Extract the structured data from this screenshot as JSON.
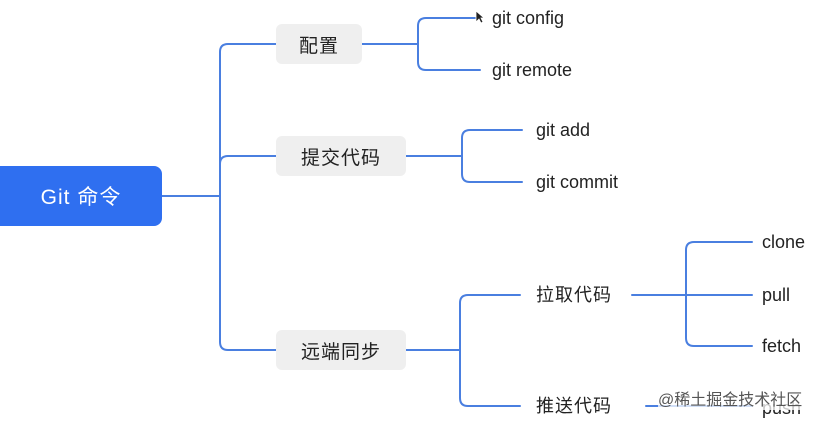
{
  "root": {
    "label": "Git 命令"
  },
  "branches": [
    {
      "label": "配置",
      "children": [
        "git config",
        "git remote"
      ]
    },
    {
      "label": "提交代码",
      "children": [
        "git add",
        "git commit"
      ]
    },
    {
      "label": "远端同步",
      "children": [
        {
          "label": "拉取代码",
          "children": [
            "clone",
            "pull",
            "fetch"
          ]
        },
        {
          "label": "推送代码",
          "children": [
            "push"
          ]
        }
      ]
    }
  ],
  "watermark": "@稀土掘金技术社区",
  "colors": {
    "root_fill": "#2f6ff0",
    "connector": "#4a7fe0",
    "box_fill": "#efefef"
  }
}
